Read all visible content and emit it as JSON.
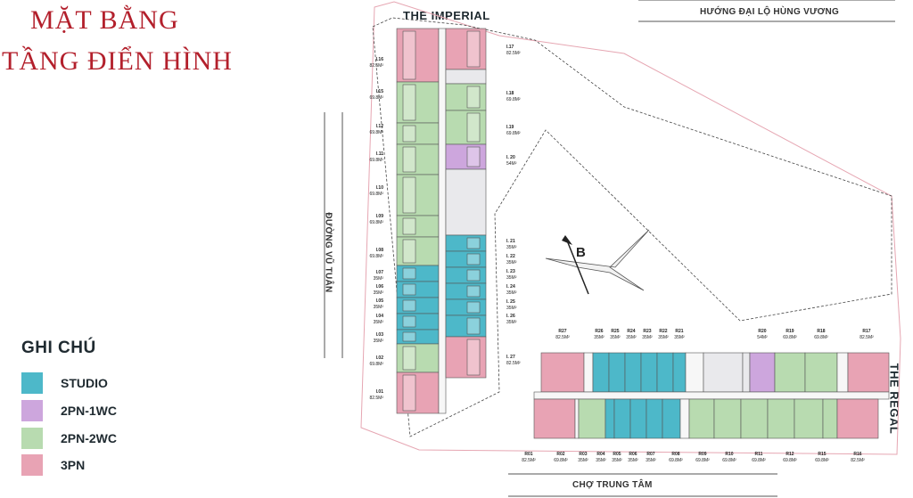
{
  "title": {
    "line1": "MẶT BẰNG",
    "line2": "TẦNG ĐIỂN HÌNH"
  },
  "legend": {
    "heading": "GHI CHÚ",
    "items": [
      {
        "label": "STUDIO",
        "color": "#4db8c9"
      },
      {
        "label": "2PN-1WC",
        "color": "#cda6dd"
      },
      {
        "label": "2PN-2WC",
        "color": "#b8dbb0"
      },
      {
        "label": "3PN",
        "color": "#e8a3b4"
      }
    ]
  },
  "roads": {
    "top": "HƯỚNG ĐẠI LỘ HÙNG VƯƠNG",
    "bottom": "CHỢ TRUNG TÂM",
    "left": "ĐƯỜNG VŨ TUÂN"
  },
  "towers": {
    "imperial": "THE IMPERIAL",
    "regal": "THE REGAL"
  },
  "compass": {
    "letter": "B"
  },
  "colors": {
    "studio": "#4db8c9",
    "wc1": "#cda6dd",
    "wc2": "#b8dbb0",
    "pn3": "#e8a3b4",
    "core": "#e9e9ec",
    "title": "#b3202c"
  },
  "imperial_left": [
    {
      "code": "I.16",
      "area": "82.5M²"
    },
    {
      "code": "I.15",
      "area": "69.8M²"
    },
    {
      "code": "I.12",
      "area": "69.8M²"
    },
    {
      "code": "I.11",
      "area": "69.8M²"
    },
    {
      "code": "I.10",
      "area": "69.8M²"
    },
    {
      "code": "I.09",
      "area": "69.8M²"
    },
    {
      "code": "I.08",
      "area": "69.8M²"
    },
    {
      "code": "I.07",
      "area": "35M²"
    },
    {
      "code": "I.06",
      "area": "35M²"
    },
    {
      "code": "I.05",
      "area": "35M²"
    },
    {
      "code": "I.04",
      "area": "35M²"
    },
    {
      "code": "I.03",
      "area": "35M²"
    },
    {
      "code": "I.02",
      "area": "69.8M²"
    },
    {
      "code": "I.01",
      "area": "82.5M²"
    }
  ],
  "imperial_right": [
    {
      "code": "I.17",
      "area": "82.5M²"
    },
    {
      "code": "I.18",
      "area": "69.8M²"
    },
    {
      "code": "I.19",
      "area": "69.8M²"
    },
    {
      "code": "I. 20",
      "area": "54M²"
    },
    {
      "code": "I. 21",
      "area": "35M²"
    },
    {
      "code": "I. 22",
      "area": "35M²"
    },
    {
      "code": "I. 23",
      "area": "35M²"
    },
    {
      "code": "I. 24",
      "area": "35M²"
    },
    {
      "code": "I. 25",
      "area": "35M²"
    },
    {
      "code": "I. 26",
      "area": "35M²"
    },
    {
      "code": "I. 27",
      "area": "82.5M²"
    }
  ],
  "regal_top": [
    {
      "code": "R27",
      "area": "82.5M²"
    },
    {
      "code": "R26",
      "area": "35M²"
    },
    {
      "code": "R25",
      "area": "35M²"
    },
    {
      "code": "R24",
      "area": "35M²"
    },
    {
      "code": "R23",
      "area": "35M²"
    },
    {
      "code": "R22",
      "area": "35M²"
    },
    {
      "code": "R21",
      "area": "35M²"
    },
    {
      "code": "R20",
      "area": "54M²"
    },
    {
      "code": "R19",
      "area": "69.8M²"
    },
    {
      "code": "R18",
      "area": "69.8M²"
    },
    {
      "code": "R17",
      "area": "82.5M²"
    }
  ],
  "regal_bottom": [
    {
      "code": "R01",
      "area": "82.5M²"
    },
    {
      "code": "R02",
      "area": "69.8M²"
    },
    {
      "code": "R03",
      "area": "35M²"
    },
    {
      "code": "R04",
      "area": "35M²"
    },
    {
      "code": "R05",
      "area": "35M²"
    },
    {
      "code": "R06",
      "area": "35M²"
    },
    {
      "code": "R07",
      "area": "35M²"
    },
    {
      "code": "R08",
      "area": "69.8M²"
    },
    {
      "code": "R09",
      "area": "69.8M²"
    },
    {
      "code": "R10",
      "area": "69.8M²"
    },
    {
      "code": "R11",
      "area": "69.8M²"
    },
    {
      "code": "R12",
      "area": "69.8M²"
    },
    {
      "code": "R15",
      "area": "69.8M²"
    },
    {
      "code": "R16",
      "area": "82.5M²"
    }
  ]
}
